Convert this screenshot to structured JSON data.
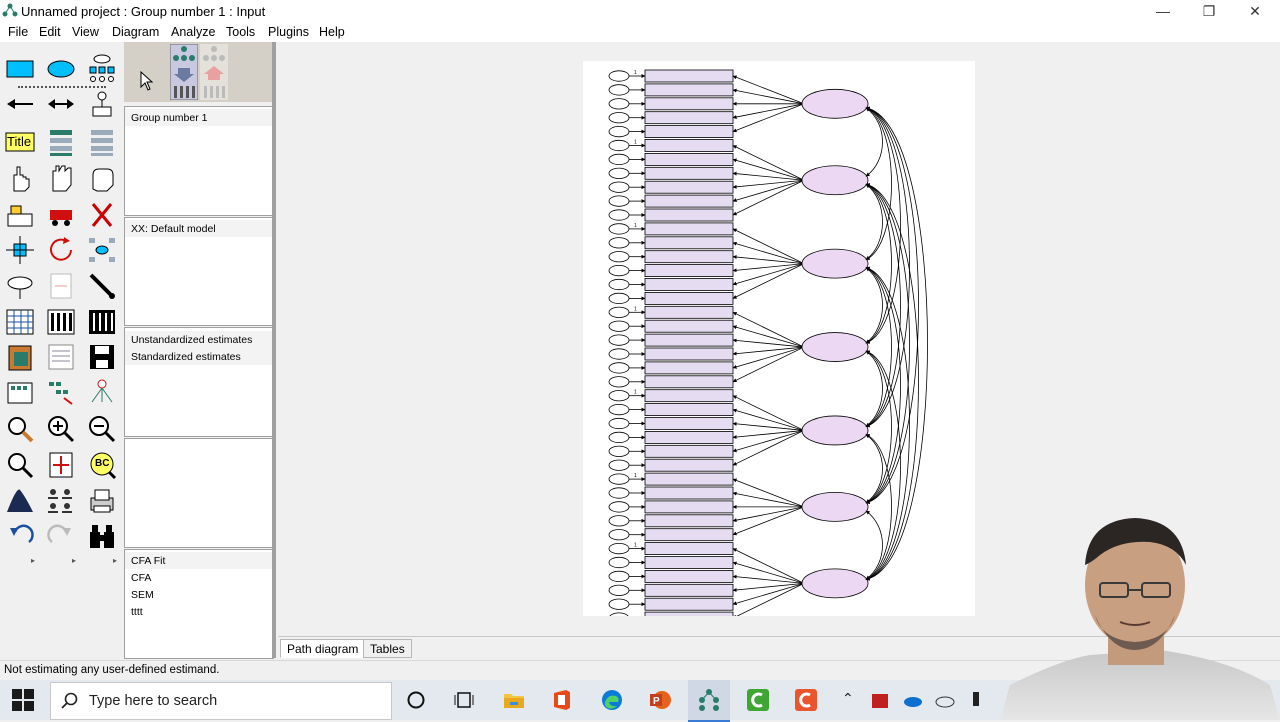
{
  "window": {
    "title": "Unnamed project : Group number 1 : Input"
  },
  "menu": [
    "File",
    "Edit",
    "View",
    "Diagram",
    "Analyze",
    "Tools",
    "Plugins",
    "Help"
  ],
  "toolbox": {
    "title_tool_label": "Title",
    "clipboard_label": "BC"
  },
  "panels": {
    "groups": [
      "Group number 1"
    ],
    "models": [
      "XX: Default model"
    ],
    "estimates": [
      "Unstandardized estimates",
      "Standardized estimates"
    ],
    "files": [
      "CFA Fit",
      "CFA",
      "SEM",
      "tttt"
    ]
  },
  "diagram": {
    "constraint_label": "1",
    "factor_count": 7,
    "indicators_per_factor": [
      5,
      6,
      6,
      6,
      6,
      5,
      6
    ],
    "colors": {
      "box_fill": "#e6dcf2",
      "ellipse_fill": "#ecd8f2",
      "stroke": "#000000"
    }
  },
  "tabs": [
    "Path diagram",
    "Tables"
  ],
  "status": {
    "text": "Not estimating any user-defined estimand."
  },
  "taskbar": {
    "search_placeholder": "Type here to search"
  },
  "colors": {
    "taskbar_bg": "#e4e9f0",
    "toolbar_bg": "#f0f0f0",
    "panel_border": "#a0a0a0"
  }
}
